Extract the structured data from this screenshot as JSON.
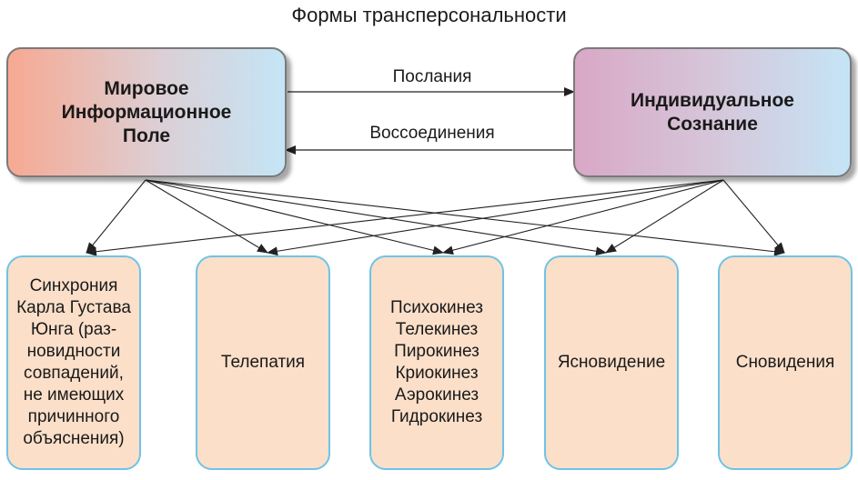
{
  "title": "Формы трансперсональности",
  "nodes": {
    "world_field": "Мировое\nИнформационное\nПоле",
    "individual": "Индивидуальное\nСознание"
  },
  "edges": {
    "messages": "Послания",
    "reunion": "Воссоединения"
  },
  "forms": [
    "Синхрония\nКарла Густава\nЮнга (раз-\nновидности\nсовпадений,\nне имеющих\nпричинного\nобъяснения)",
    "Телепатия",
    "Психокинез\nТелекинез\nПирокинез\nКриокинез\nАэрокинез\nГидрокинез",
    "Ясновидение",
    "Сновидения"
  ],
  "colors": {
    "stroke": "#222222",
    "form_fill": "#fbdfc9",
    "form_border": "#6fc3e6"
  }
}
